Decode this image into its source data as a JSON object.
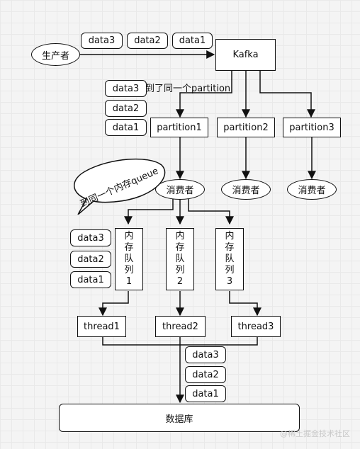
{
  "producer": {
    "label": "生产者"
  },
  "kafka": {
    "label": "Kafka"
  },
  "top_data": [
    "data3",
    "data2",
    "data1"
  ],
  "partition_note": "到了同一个partition",
  "partition_data": [
    "data3",
    "data2",
    "data1"
  ],
  "partitions": [
    "partition1",
    "partition2",
    "partition3"
  ],
  "consumers": [
    "消费者",
    "消费者",
    "消费者"
  ],
  "bubble": {
    "text": "到同一个内存queue"
  },
  "queue_data": [
    "data3",
    "data2",
    "data1"
  ],
  "queues": [
    [
      "内",
      "存",
      "队",
      "列",
      "1"
    ],
    [
      "内",
      "存",
      "队",
      "列",
      "2"
    ],
    [
      "内",
      "存",
      "队",
      "列",
      "3"
    ]
  ],
  "threads": [
    "thread1",
    "thread2",
    "thread3"
  ],
  "db_data": [
    "data3",
    "data2",
    "data1"
  ],
  "database": {
    "label": "数据库"
  },
  "watermark": "@稀土掘金技术社区"
}
